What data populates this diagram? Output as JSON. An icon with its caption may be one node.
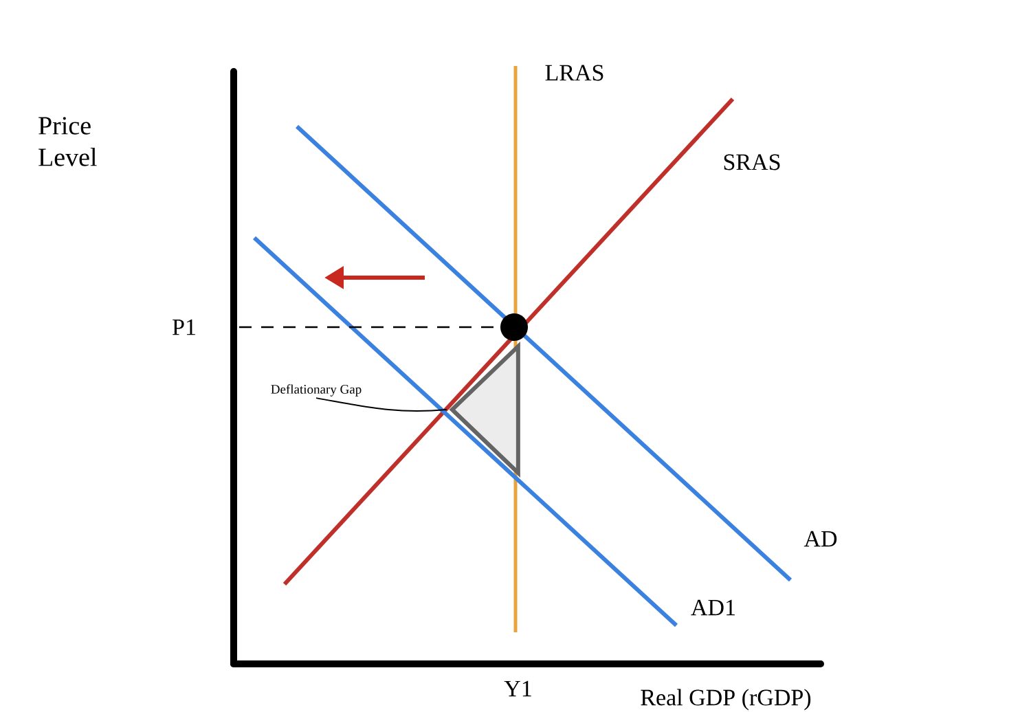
{
  "diagram": {
    "nodes": [
      {
        "text": [
          "Deflationary Gap"
        ]
      },
      {
        "text": [],
        "shape": "triangle"
      }
    ],
    "edges": [
      {
        "from": 0,
        "to": 1,
        "arrow": "none"
      }
    ],
    "labels": [
      "Price Level",
      "LRAS",
      "SRAS",
      "P1",
      "AD",
      "AD1",
      "Y1",
      "Real GDP (rGDP)"
    ]
  }
}
